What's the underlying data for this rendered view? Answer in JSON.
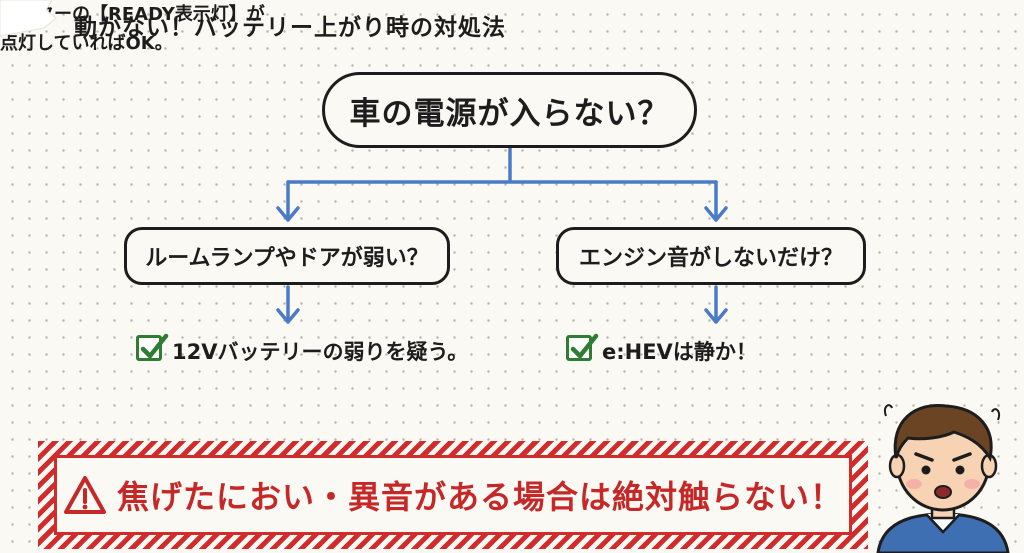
{
  "title": "動かない！バッテリー上がり時の対処法",
  "diagram": {
    "root_question": "車の電源が入らない？",
    "left_branch": {
      "question": "ルームランプやドアが弱い？",
      "answer": "12Vバッテリーの弱りを疑う。"
    },
    "right_branch": {
      "question": "エンジン音がしないだけ？",
      "answer": "e:HEVは静か！",
      "note_line1": "メーターの【READY表示灯】が",
      "note_line2": "点灯していればOK。"
    }
  },
  "warning": {
    "text": "焦げたにおい・異音がある場合は絶対触らない！",
    "icon": "warning-triangle-icon"
  },
  "colors": {
    "arrow": "#4a7bc8",
    "check": "#2e7d32",
    "warning": "#d12b2b"
  },
  "icons": [
    "checkbox-check-icon",
    "arrow-down-icon",
    "worried-man-icon"
  ]
}
